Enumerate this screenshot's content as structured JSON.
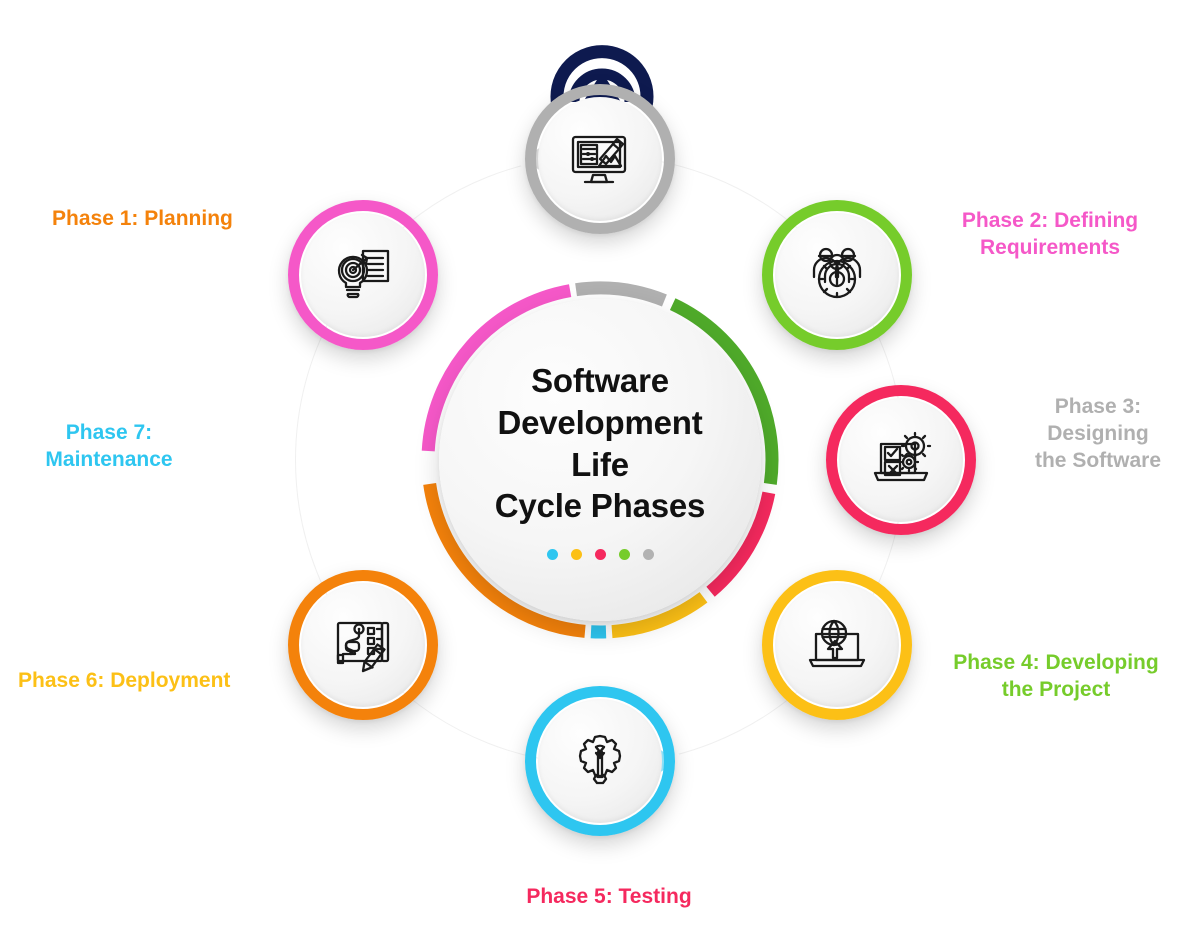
{
  "logo": {
    "name": "company-logo",
    "color": "#0e1a4f"
  },
  "center": {
    "title_lines": [
      "Software",
      "Development Life",
      "Cycle Phases"
    ],
    "title": "Software Development Life Cycle Phases",
    "dots": [
      "#2ec6f0",
      "#fcc016",
      "#f5295e",
      "#76cc2b",
      "#b2b2b2"
    ]
  },
  "phases": [
    {
      "id": "phase-1",
      "label": "Phase 1: Planning",
      "label_lines": [
        "Phase 1: Planning"
      ],
      "color": "#f4820b",
      "icon": "blueprint-pencil-icon",
      "angle_deg": 232,
      "chevron": "none"
    },
    {
      "id": "phase-2",
      "label": "Phase 2: Defining Requirements",
      "label_lines": [
        "Phase 2: Defining",
        "Requirements"
      ],
      "color": "#f558c8",
      "icon": "target-lightbulb-document-icon",
      "angle_deg": 308,
      "chevron": "none"
    },
    {
      "id": "phase-3",
      "label": "Phase 3: Designing the Software",
      "label_lines": [
        "Phase 3:",
        "Designing",
        "the Software"
      ],
      "color": "#b0b0b0",
      "icon": "monitor-design-icon",
      "angle_deg": 0,
      "chevron": "left"
    },
    {
      "id": "phase-4",
      "label": "Phase 4: Developing the Project",
      "label_lines": [
        "Phase 4: Developing",
        "the Project"
      ],
      "color": "#76cc2b",
      "icon": "team-gear-icon",
      "angle_deg": 52,
      "chevron": "none"
    },
    {
      "id": "phase-5",
      "label": "Phase 5: Testing",
      "label_lines": [
        "Phase 5: Testing"
      ],
      "color": "#f5295e",
      "icon": "laptop-checklist-gears-icon",
      "angle_deg": 90,
      "chevron": "none"
    },
    {
      "id": "phase-6",
      "label": "Phase 6: Deployment",
      "label_lines": [
        "Phase 6: Deployment"
      ],
      "color": "#fcc016",
      "icon": "laptop-globe-upload-icon",
      "angle_deg": 128,
      "chevron": "none"
    },
    {
      "id": "phase-7",
      "label": "Phase 7: Maintenance",
      "label_lines": [
        "Phase 7:",
        "Maintenance"
      ],
      "color": "#2ec6f0",
      "icon": "gear-wrench-icon",
      "angle_deg": 180,
      "chevron": "right"
    }
  ],
  "ring_segments": [
    {
      "name": "segment-planning",
      "color": "#f4820b",
      "start_deg": 185,
      "end_deg": 262
    },
    {
      "name": "segment-requirements",
      "color": "#f558c8",
      "start_deg": 273,
      "end_deg": 350
    },
    {
      "name": "segment-designing",
      "color": "#b0b0b0",
      "start_deg": 352,
      "end_deg": 22
    },
    {
      "name": "segment-developing",
      "color": "#4faa2a",
      "start_deg": 25,
      "end_deg": 98
    },
    {
      "name": "segment-testing",
      "color": "#f5295e",
      "start_deg": 101,
      "end_deg": 140
    },
    {
      "name": "segment-deployment",
      "color": "#fcc016",
      "start_deg": 143,
      "end_deg": 176
    },
    {
      "name": "segment-maintenance",
      "color": "#2ec6f0",
      "start_deg": 178,
      "end_deg": 183
    }
  ]
}
